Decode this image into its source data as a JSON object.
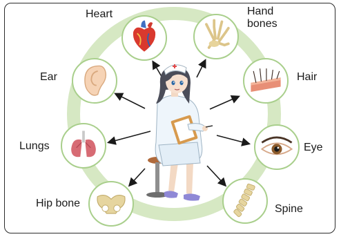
{
  "diagram": {
    "center_figure": "nurse-with-clipboard",
    "ring_color": "#d6e8c3",
    "circle_border_color": "#a9cf8c",
    "nodes": [
      {
        "id": "heart",
        "label": "Heart",
        "icon": "heart-icon"
      },
      {
        "id": "hand-bones",
        "label_lines": [
          "Hand",
          "bones"
        ],
        "icon": "hand-bones-icon"
      },
      {
        "id": "ear",
        "label": "Ear",
        "icon": "ear-icon"
      },
      {
        "id": "hair",
        "label": "Hair",
        "icon": "hair-icon"
      },
      {
        "id": "lungs",
        "label": "Lungs",
        "icon": "lungs-icon"
      },
      {
        "id": "eye",
        "label": "Eye",
        "icon": "eye-icon"
      },
      {
        "id": "hip-bone",
        "label": "Hip bone",
        "icon": "hip-bone-icon"
      },
      {
        "id": "spine",
        "label": "Spine",
        "icon": "spine-icon"
      }
    ]
  }
}
